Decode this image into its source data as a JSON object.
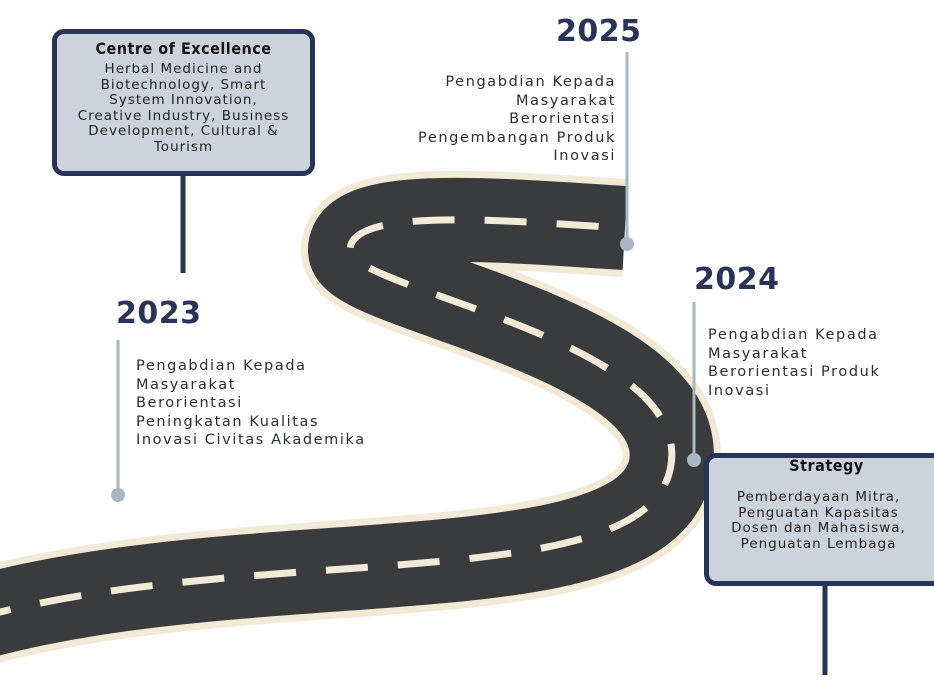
{
  "centre_box": {
    "title": "Centre of Excellence",
    "text": "Herbal Medicine and\nBiotechnology, Smart\nSystem Innovation,\nCreative Industry, Business\nDevelopment, Cultural &\nTourism"
  },
  "strategy_box": {
    "title": "Strategy",
    "text": "Pemberdayaan Mitra,\nPenguatan Kapasitas\nDosen dan Mahasiswa,\nPenguatan Lembaga"
  },
  "milestones": {
    "y2023": {
      "year": "2023",
      "text": "Pengabdian Kepada\nMasyarakat\nBerorientasi\nPeningkatan Kualitas\nInovasi Civitas Akademika"
    },
    "y2024": {
      "year": "2024",
      "text": "Pengabdian Kepada\nMasyarakat\nBerorientasi Produk\nInovasi"
    },
    "y2025": {
      "year": "2025",
      "text": "Pengabdian Kepada\nMasyarakat\nBerorientasi\nPengembangan Produk\nInovasi"
    }
  },
  "colors": {
    "navy": "#283358",
    "box_fill": "#ccd3dc",
    "road": "#3a3b3d",
    "road_edge": "#f2ead6",
    "pin": "#a9b6c3"
  }
}
